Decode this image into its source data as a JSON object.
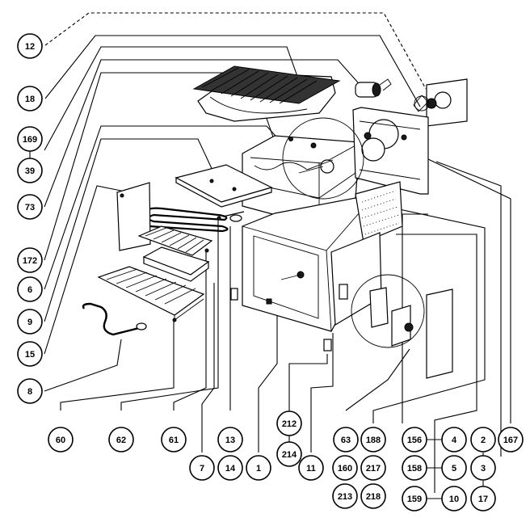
{
  "callouts": {
    "c12": "12",
    "c18": "18",
    "c169": "169",
    "c39": "39",
    "c73": "73",
    "c172": "172",
    "c6": "6",
    "c9": "9",
    "c15": "15",
    "c8": "8",
    "c60": "60",
    "c62": "62",
    "c61": "61",
    "c13": "13",
    "c7": "7",
    "c14": "14",
    "c1": "1",
    "c212": "212",
    "c214": "214",
    "c11": "11",
    "c63": "63",
    "c188": "188",
    "c160": "160",
    "c213": "213",
    "c217": "217",
    "c218": "218",
    "c156": "156",
    "c158": "158",
    "c159": "159",
    "c4": "4",
    "c5": "5",
    "c10": "10",
    "c2": "2",
    "c3": "3",
    "c17": "17",
    "c167": "167"
  }
}
